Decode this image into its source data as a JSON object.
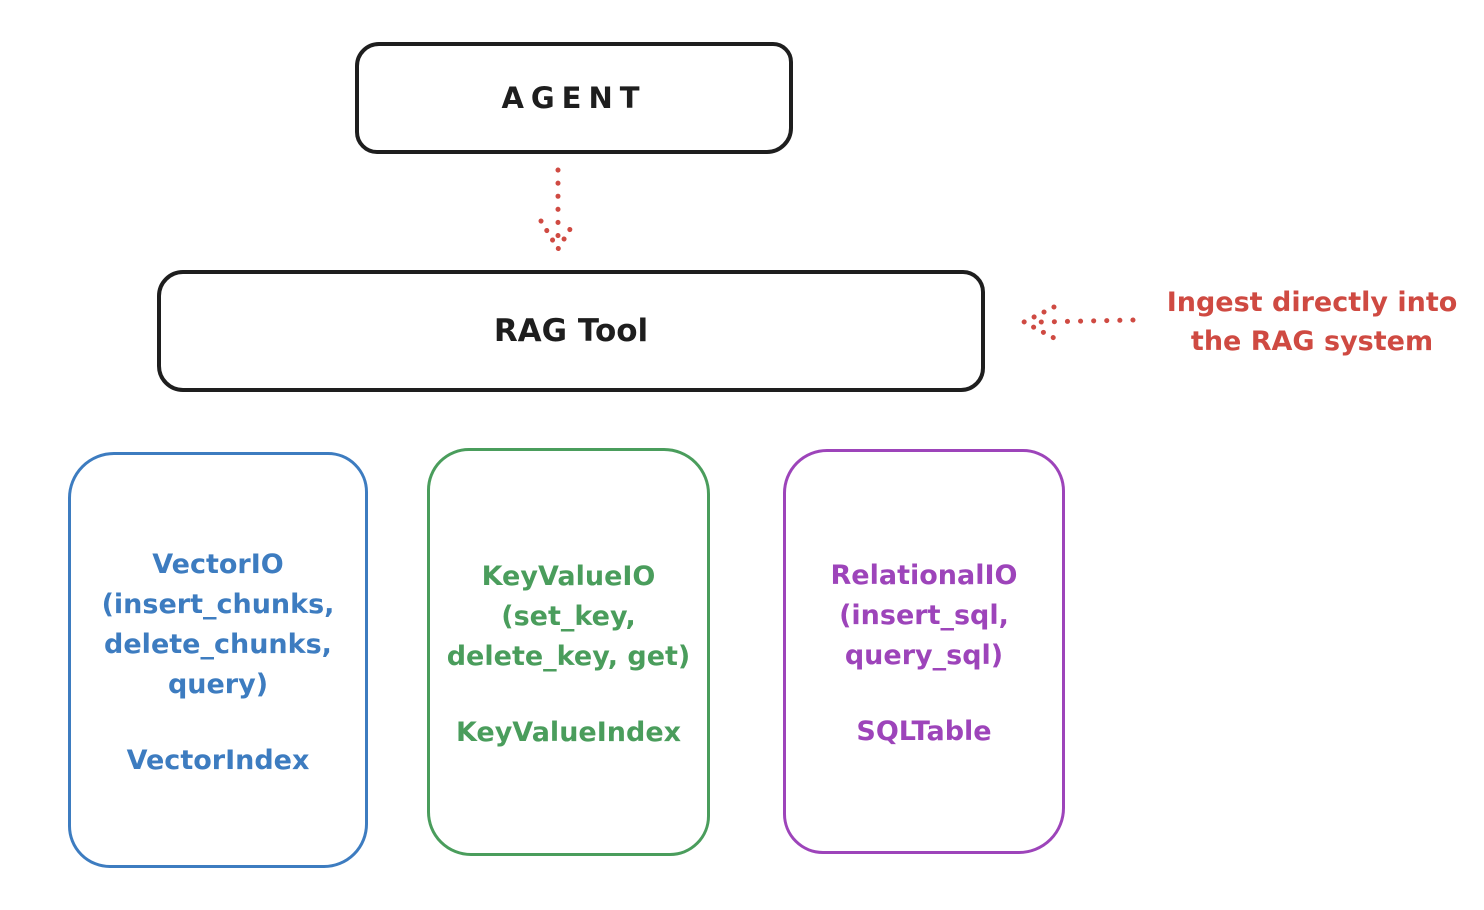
{
  "diagram": {
    "colors": {
      "ink": "#1e1e1e",
      "red": "#cf4a42",
      "blue": "#3d7cc0",
      "green": "#4a9d5c",
      "purple": "#9d44ba"
    },
    "agent": {
      "label": "AGENT"
    },
    "rag_tool": {
      "label": "RAG Tool"
    },
    "annotation": {
      "text": "Ingest directly into\nthe RAG system"
    },
    "modules": [
      {
        "name": "VectorIO",
        "io": "VectorIO\n(insert_chunks,\ndelete_chunks,\nquery)",
        "index": "VectorIndex",
        "color": "#3d7cc0"
      },
      {
        "name": "KeyValueIO",
        "io": "KeyValueIO\n(set_key,\ndelete_key, get)",
        "index": "KeyValueIndex",
        "color": "#4a9d5c"
      },
      {
        "name": "RelationalIO",
        "io": "RelationalIO\n(insert_sql,\nquery_sql)",
        "index": "SQLTable",
        "color": "#9d44ba"
      }
    ]
  }
}
